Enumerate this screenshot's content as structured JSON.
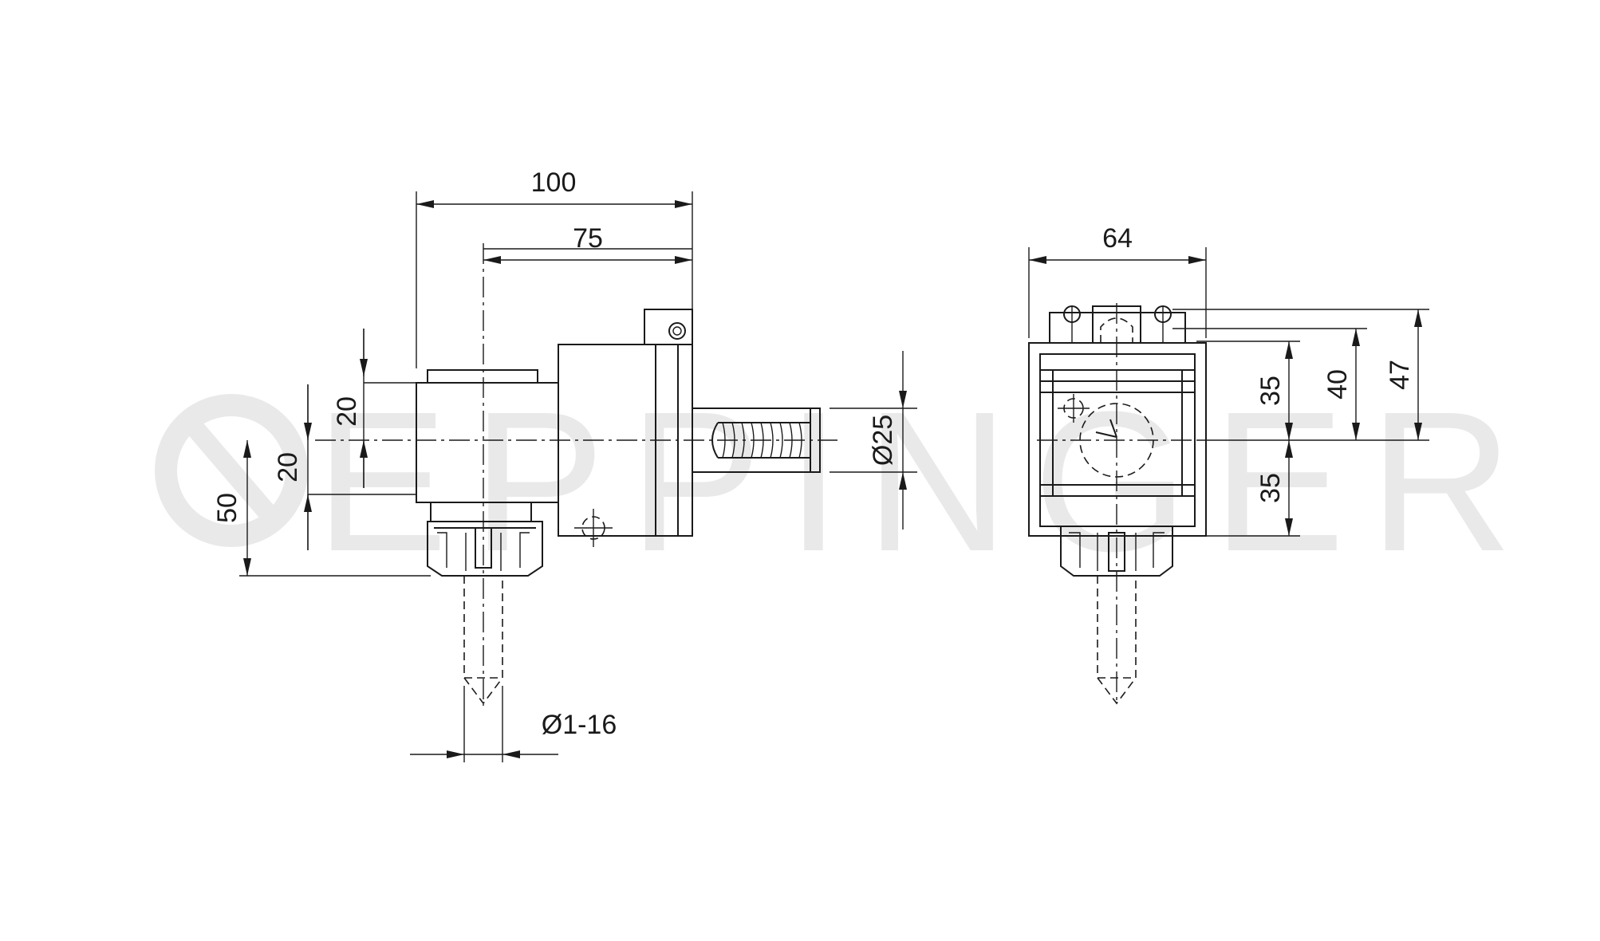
{
  "watermark": "EPPINGER",
  "dimensions": {
    "d100": "100",
    "d75": "75",
    "d20_top": "20",
    "d20_bottom": "20",
    "d50": "50",
    "d25": "Ø25",
    "d_collet": "Ø1-16",
    "d64": "64",
    "d35_top": "35",
    "d35_bottom": "35",
    "d40": "40",
    "d47": "47"
  },
  "colors": {
    "line": "#1a1a1a",
    "watermark": "#e9e9e9",
    "background": "#ffffff"
  }
}
